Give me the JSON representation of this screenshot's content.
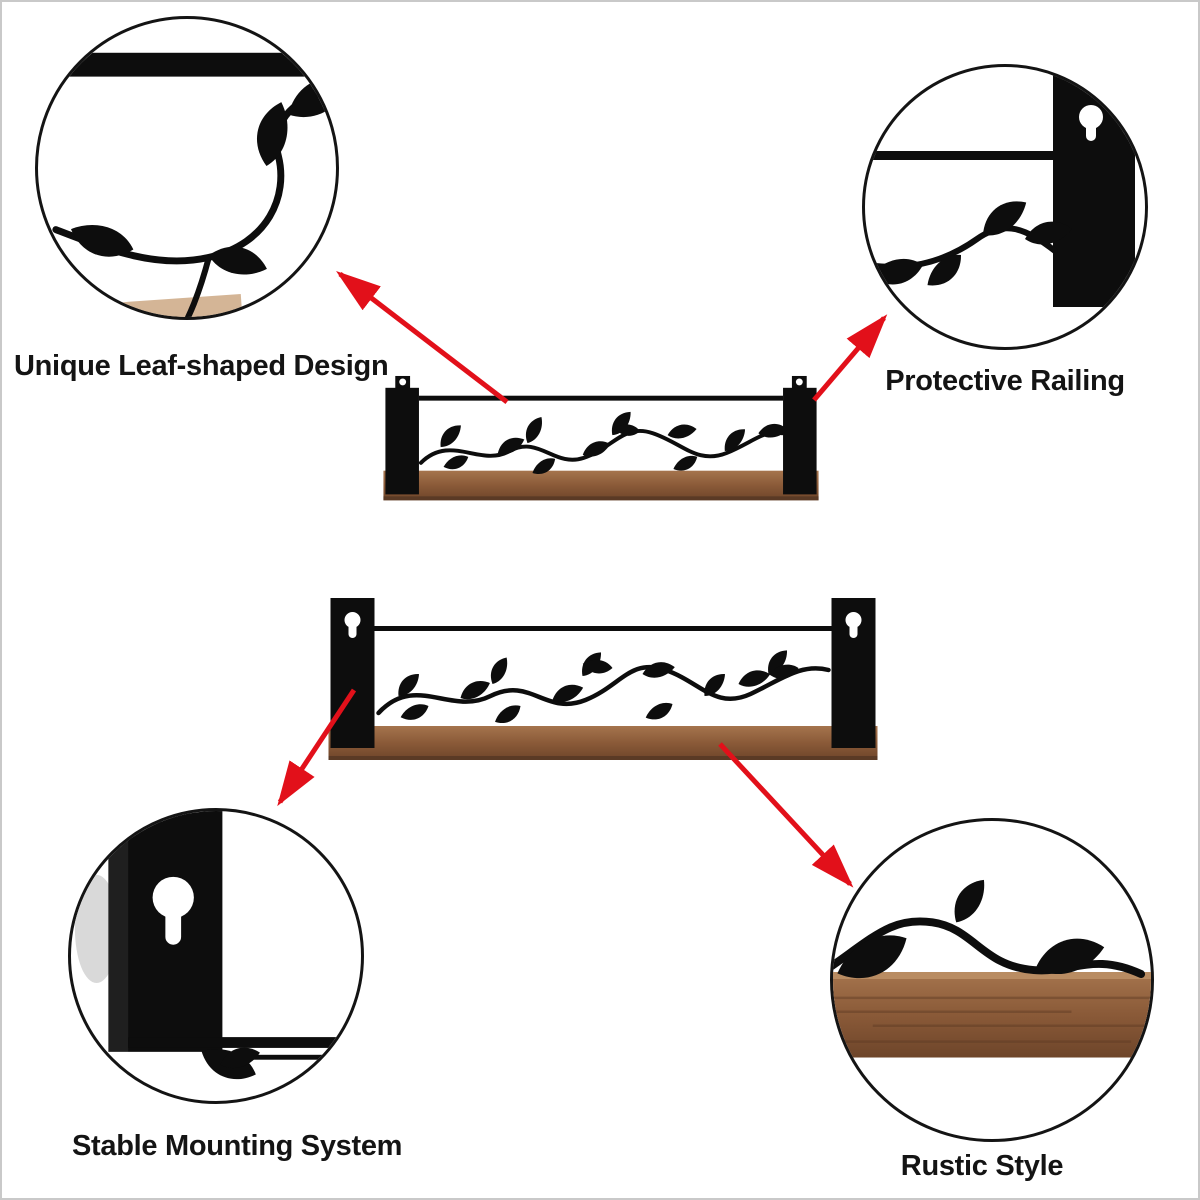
{
  "page": {
    "background": "#ffffff",
    "border_color": "#c9c9c9"
  },
  "colors": {
    "arrow": "#e2101a",
    "metal": "#0d0d0d",
    "wood_light": "#a5744d",
    "wood_dark": "#6e452a",
    "label_text": "#141414"
  },
  "callouts": {
    "leaf_design": {
      "label": "Unique Leaf-shaped Design"
    },
    "protective_railing": {
      "label": "Protective Railing"
    },
    "mounting_system": {
      "label": "Stable Mounting System"
    },
    "rustic_style": {
      "label": "Rustic Style"
    }
  }
}
